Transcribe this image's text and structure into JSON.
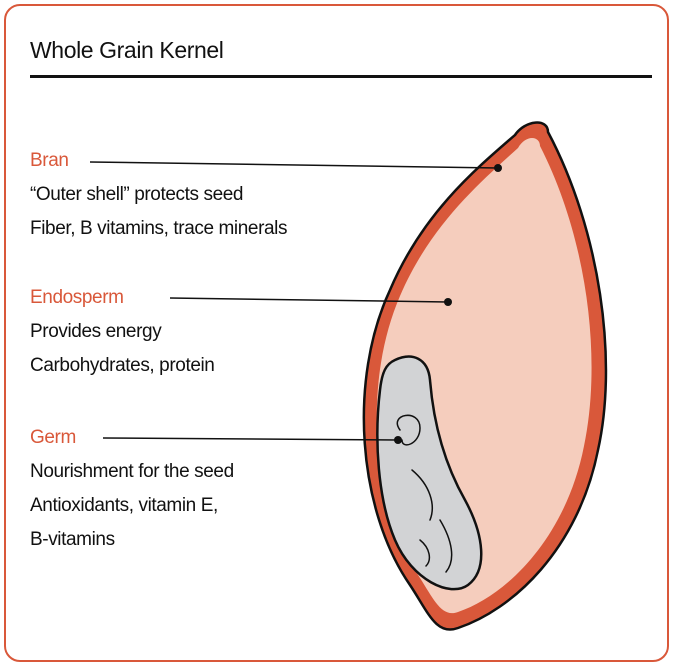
{
  "title": "Whole Grain Kernel",
  "colors": {
    "accent": "#d9583a",
    "endosperm_fill": "#f5cdbd",
    "germ_fill": "#d2d3d5",
    "outline": "#111111"
  },
  "parts": [
    {
      "name": "Bran",
      "lines": [
        "“Outer shell” protects seed",
        "Fiber, B vitamins, trace minerals"
      ]
    },
    {
      "name": "Endosperm",
      "lines": [
        "Provides energy",
        "Carbohydrates, protein"
      ]
    },
    {
      "name": "Germ",
      "lines": [
        "Nourishment for the seed",
        "Antioxidants, vitamin E,",
        "B-vitamins"
      ]
    }
  ]
}
